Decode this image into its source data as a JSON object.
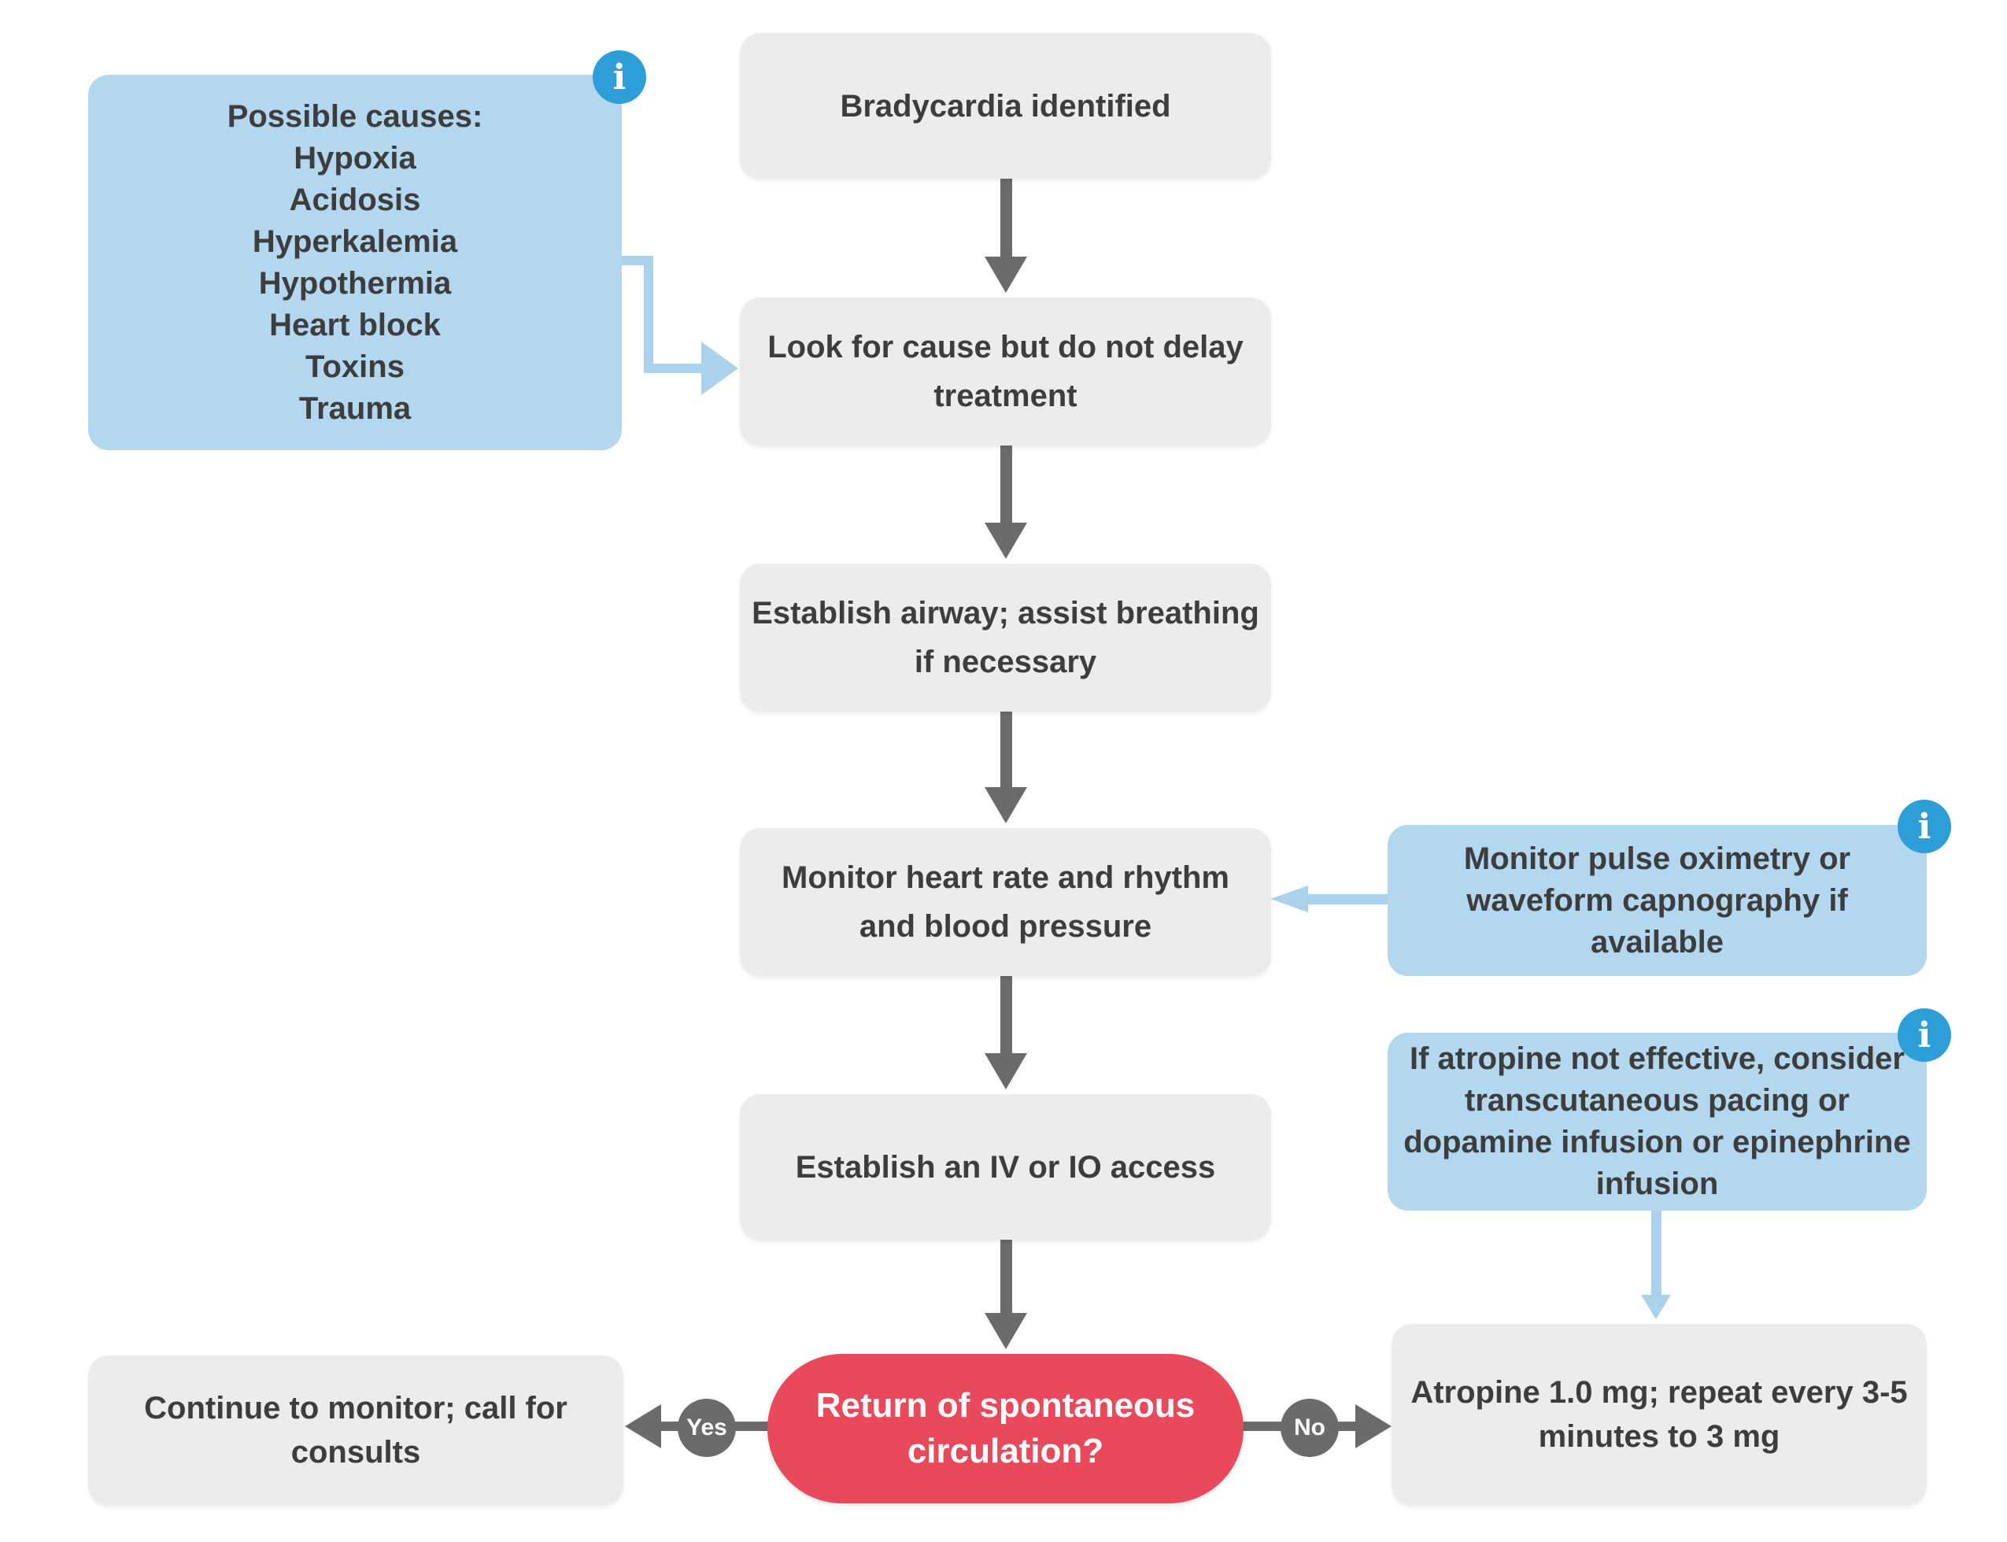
{
  "nodes": {
    "bradycardia": {
      "lines": [
        "Bradycardia identified"
      ]
    },
    "look_for_cause": {
      "lines": [
        "Look for cause but do not delay",
        "treatment"
      ]
    },
    "establish_airway": {
      "lines": [
        "Establish airway; assist breathing",
        "if necessary"
      ]
    },
    "monitor_heart_rate": {
      "lines": [
        "Monitor heart rate and rhythm",
        "and blood pressure"
      ]
    },
    "establish_iv_io": {
      "lines": [
        "Establish an IV or IO access"
      ]
    },
    "rosc_decision": {
      "lines": [
        "Return of spontaneous",
        "circulation?"
      ]
    },
    "continue_monitor": {
      "lines": [
        "Continue to monitor; call for",
        "consults"
      ]
    },
    "atropine": {
      "lines": [
        "Atropine 1.0 mg; repeat every 3-5",
        "minutes to 3 mg"
      ]
    }
  },
  "notes": {
    "possible_causes": {
      "lines": [
        "Possible causes:",
        "Hypoxia",
        "Acidosis",
        "Hyperkalemia",
        "Hypothermia",
        "Heart block",
        "Toxins",
        "Trauma"
      ]
    },
    "pulse_oximetry": {
      "lines": [
        "Monitor pulse oximetry or",
        "waveform capnography if",
        "available"
      ]
    },
    "atropine_alternatives": {
      "lines": [
        "If atropine not effective, consider",
        "transcutaneous pacing or",
        "dopamine infusion or epinephrine",
        "infusion"
      ]
    }
  },
  "edges": {
    "yes_label": "Yes",
    "no_label": "No"
  },
  "icons": {
    "info_glyph": "i"
  },
  "colors": {
    "box_gray": "#ececec",
    "note_blue": "#b3d7ee",
    "accent_blue": "#2d9ed8",
    "connector_blue": "#abd2ec",
    "arrow_gray": "#6b6b6b",
    "decision_red": "#e8495b",
    "text_dark": "#3d3d3d",
    "text_light": "#ffffff"
  }
}
